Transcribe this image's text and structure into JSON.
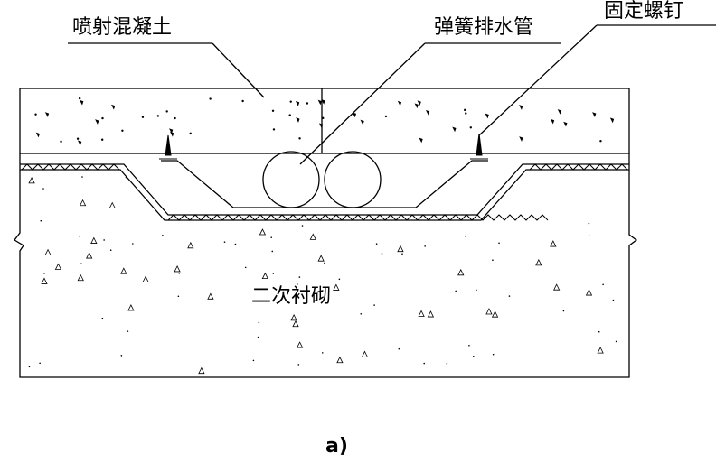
{
  "labels": {
    "shotcrete": "喷射混凝土",
    "spring_drain_pipe": "弹簧排水管",
    "fixing_screw": "固定螺钉",
    "secondary_lining": "二次衬砌",
    "figure_label": "a)"
  }
}
